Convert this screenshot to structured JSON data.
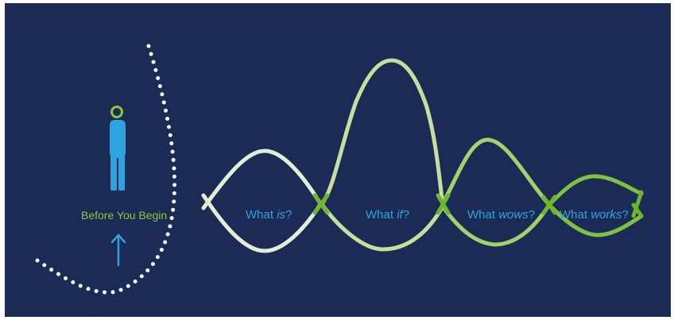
{
  "colors": {
    "background": "#1b2b55",
    "dots": "#ffffff",
    "person": "#2fa3de",
    "person_head": "#8cc63f",
    "arrow": "#2fa3de",
    "wave_pale": "#e2efd7",
    "wave_light": "#c3e09d",
    "wave_mid": "#a3d26b",
    "wave_green": "#7fc241",
    "crossing": "#6fb62f",
    "stage_label": "#2fa3de",
    "start_label": "#8cc63f"
  },
  "icons": [
    "person-icon",
    "up-arrow-icon"
  ],
  "start": {
    "label": "Before You Begin"
  },
  "stages": [
    {
      "prefix": "What ",
      "emphasis": "is",
      "suffix": "?"
    },
    {
      "prefix": "What ",
      "emphasis": "if",
      "suffix": "?"
    },
    {
      "prefix": "What ",
      "emphasis": "wows",
      "suffix": "?"
    },
    {
      "prefix": "What ",
      "emphasis": "works",
      "suffix": "?"
    }
  ]
}
